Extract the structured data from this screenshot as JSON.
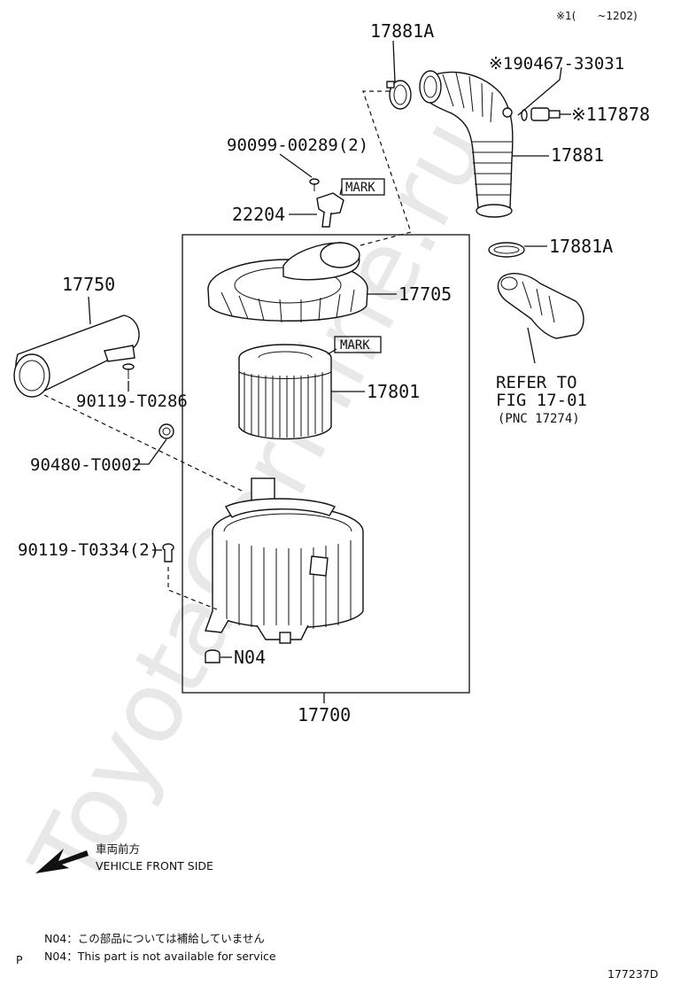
{
  "watermark": "ToyotaCarMine.ru",
  "corner_note": "※1(　　~1202)",
  "labels": {
    "p17881a_top": "17881A",
    "p90467": "※190467-33031",
    "p17878": "※117878",
    "p17881": "17881",
    "p90099": "90099-00289(2)",
    "mark1": "MARK",
    "p22204": "22204",
    "p17881a_mid": "17881A",
    "p17750": "17750",
    "p17705": "17705",
    "mark2": "MARK",
    "p17801": "17801",
    "p90119_t0286": "90119-T0286",
    "refer1": "REFER TO",
    "refer2": "FIG 17-01",
    "refer3": "(PNC 17274)",
    "p90480": "90480-T0002",
    "p90119_t0334": "90119-T0334(2)",
    "n04": "N04",
    "p17700": "17700"
  },
  "front_side": {
    "jp": "車両前方",
    "en": "VEHICLE FRONT SIDE"
  },
  "footnotes": {
    "jp": "N04：この部品については補給していません",
    "en": "N04：This part is not available for service"
  },
  "page_letter": "P",
  "figure_code": "177237D"
}
